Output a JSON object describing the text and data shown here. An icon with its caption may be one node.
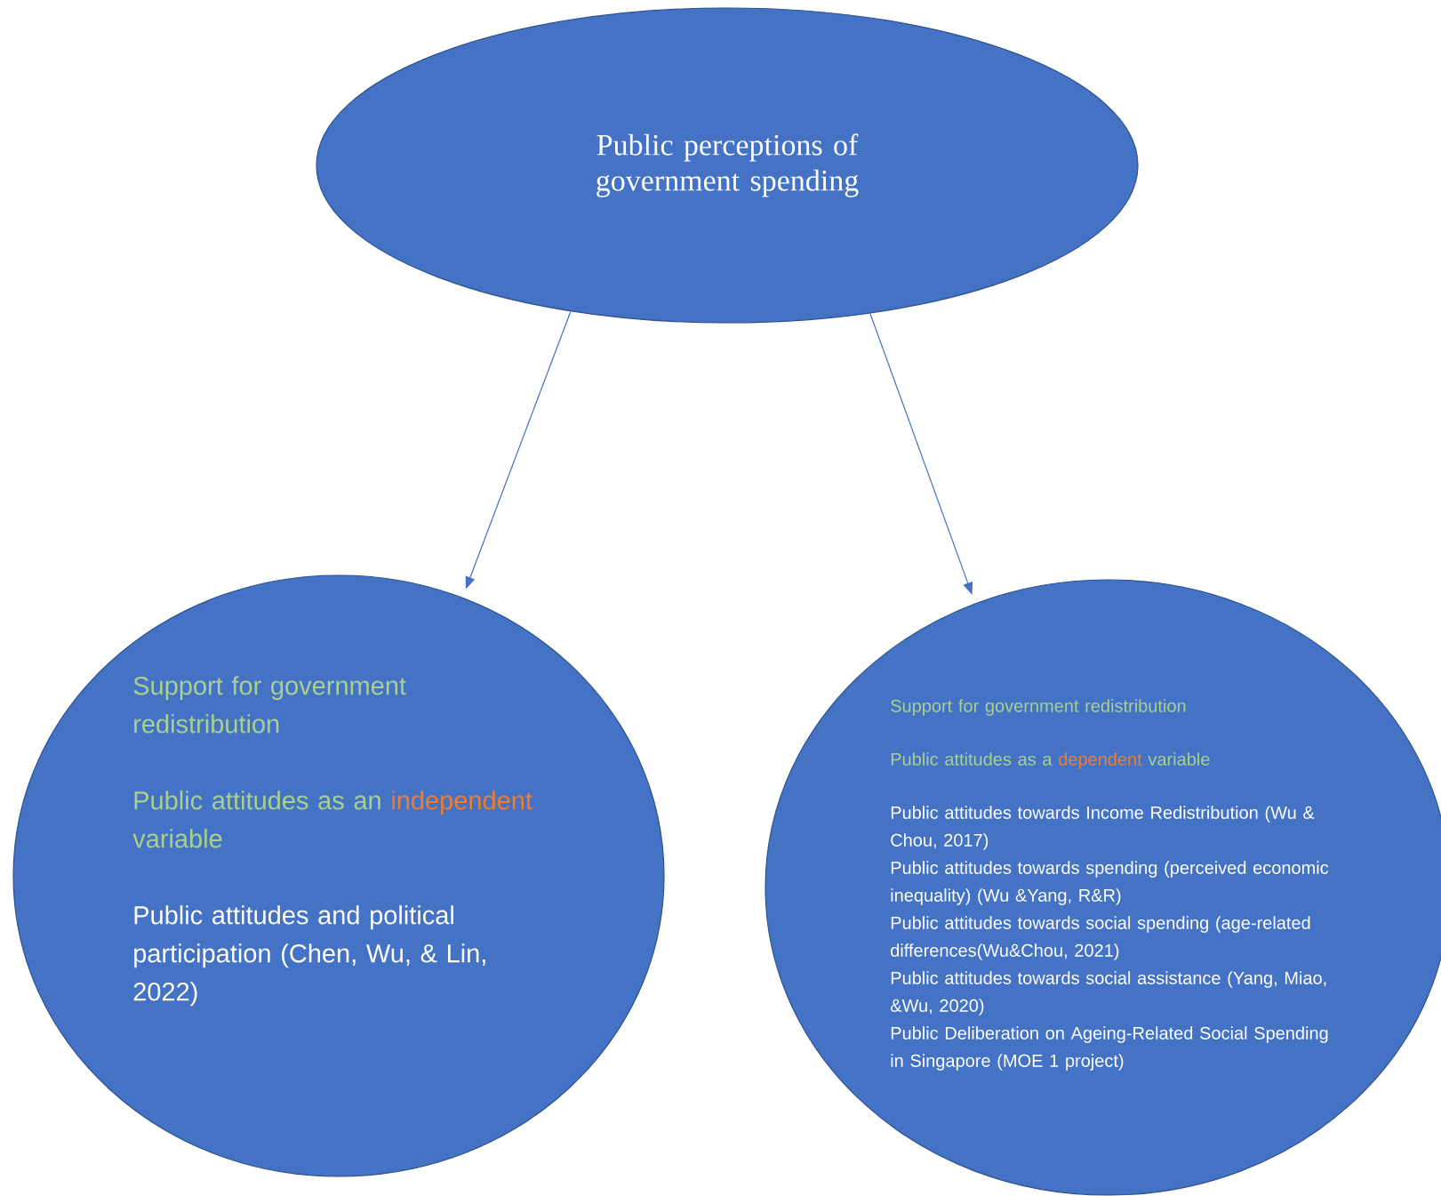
{
  "diagram": {
    "nodes": [
      {
        "text": [
          "Public perceptions of government spending"
        ]
      },
      {
        "text": [
          "Support for government redistribution",
          "Public attitudes as an",
          "independent",
          "variable",
          "Public attitudes and political participation (Chen, Wu, & Lin, 2022)"
        ]
      },
      {
        "text": [
          "Support for government redistribution",
          "Public attitudes as a",
          "dependent",
          "variable",
          "Public attitudes towards Income Redistribution (Wu & Chou, 2017)",
          "Public attitudes towards spending (perceived economic inequality) (Wu &Yang, R&R)",
          "Public attitudes towards social spending (age-related differences(Wu&Chou, 2021)",
          "Public attitudes towards social assistance (Yang, Miao, &Wu, 2020)",
          "Public Deliberation on Ageing-Related Social Spending in Singapore (MOE 1 project)"
        ]
      }
    ],
    "edges": [
      {
        "from": 0,
        "to": 1,
        "arrow": "to"
      },
      {
        "from": 0,
        "to": 2,
        "arrow": "to"
      }
    ]
  }
}
